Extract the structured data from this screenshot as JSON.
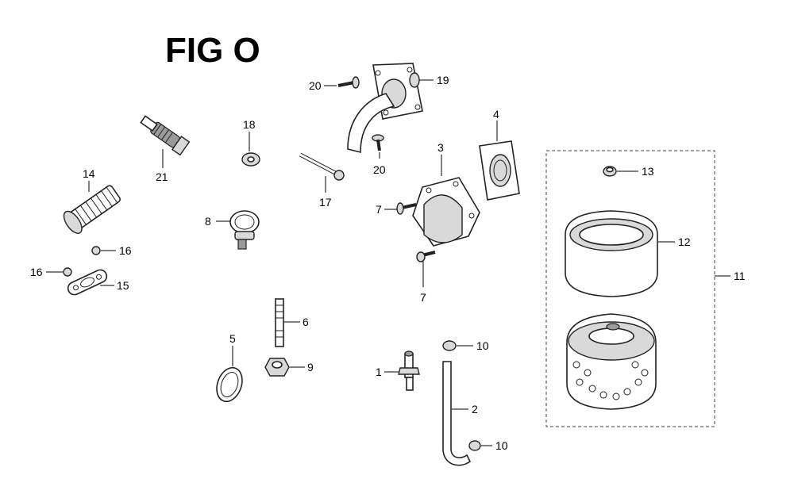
{
  "figure": {
    "title": "FIG O"
  },
  "callouts": {
    "c1": "1",
    "c2": "2",
    "c3": "3",
    "c4": "4",
    "c5": "5",
    "c6": "6",
    "c7a": "7",
    "c7b": "7",
    "c8": "8",
    "c9": "9",
    "c10a": "10",
    "c10b": "10",
    "c11": "11",
    "c12": "12",
    "c13": "13",
    "c14": "14",
    "c15": "15",
    "c16a": "16",
    "c16b": "16",
    "c17": "17",
    "c18": "18",
    "c19": "19",
    "c20a": "20",
    "c20b": "20",
    "c21": "21"
  }
}
